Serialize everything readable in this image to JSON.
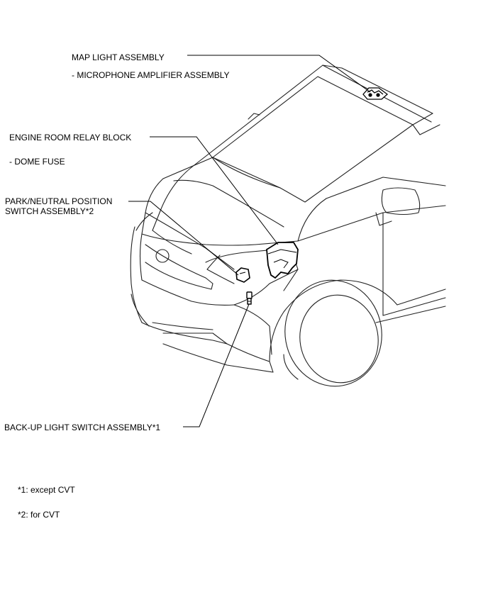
{
  "labels": {
    "map_light": "MAP LIGHT ASSEMBLY",
    "mic_amp": "- MICROPHONE AMPLIFIER ASSEMBLY",
    "engine_relay": "ENGINE ROOM RELAY BLOCK",
    "dome_fuse": "- DOME FUSE",
    "park_neutral_1": "PARK/NEUTRAL POSITION",
    "park_neutral_2": "SWITCH ASSEMBLY*2",
    "backup_light": "BACK-UP LIGHT SWITCH ASSEMBLY*1"
  },
  "notes": {
    "note1": "*1: except CVT",
    "note2": "*2: for CVT"
  }
}
